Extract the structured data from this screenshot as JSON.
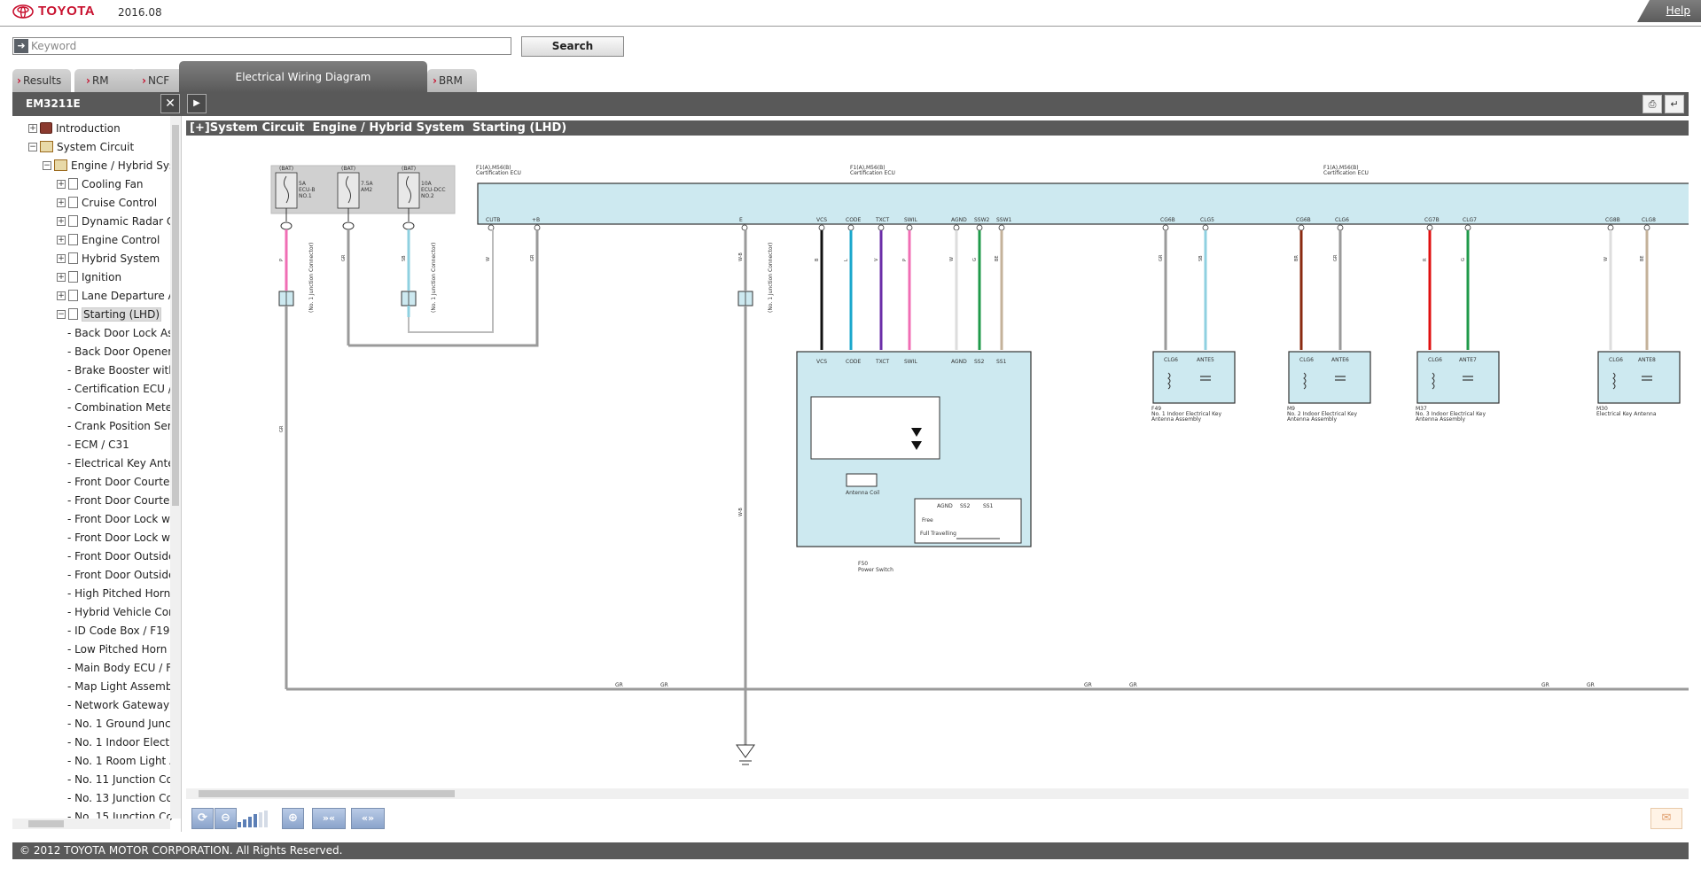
{
  "header": {
    "brand": "TOYOTA",
    "version": "2016.08",
    "help": "Help"
  },
  "search": {
    "placeholder": "Keyword",
    "value": "",
    "button": "Search"
  },
  "tabs": [
    {
      "label": "Results"
    },
    {
      "label": "RM"
    },
    {
      "label": "NCF"
    },
    {
      "label": "Electrical Wiring Diagram",
      "active": true
    },
    {
      "label": "BRM"
    }
  ],
  "document": {
    "code": "EM3211E",
    "close": "✕"
  },
  "content": {
    "title": "[+]System Circuit  Engine / Hybrid System  Starting (LHD)"
  },
  "tree": [
    {
      "label": "Introduction",
      "depth": 0,
      "toggle": "+",
      "icon": "book"
    },
    {
      "label": "System Circuit",
      "depth": 0,
      "toggle": "-",
      "icon": "open-book"
    },
    {
      "label": "Engine / Hybrid Sys",
      "depth": 1,
      "toggle": "-",
      "icon": "open-book"
    },
    {
      "label": "Cooling Fan",
      "depth": 2,
      "toggle": "+",
      "icon": "page"
    },
    {
      "label": "Cruise Control",
      "depth": 2,
      "toggle": "+",
      "icon": "page"
    },
    {
      "label": "Dynamic Radar C",
      "depth": 2,
      "toggle": "+",
      "icon": "page"
    },
    {
      "label": "Engine Control",
      "depth": 2,
      "toggle": "+",
      "icon": "page"
    },
    {
      "label": "Hybrid System",
      "depth": 2,
      "toggle": "+",
      "icon": "page"
    },
    {
      "label": "Ignition",
      "depth": 2,
      "toggle": "+",
      "icon": "page"
    },
    {
      "label": "Lane Departure A",
      "depth": 2,
      "toggle": "+",
      "icon": "page"
    },
    {
      "label": "Starting (LHD)",
      "depth": 2,
      "toggle": "-",
      "icon": "page",
      "selected": true
    },
    {
      "label": "- Back Door Lock As",
      "depth": 3
    },
    {
      "label": "- Back Door Opener",
      "depth": 3
    },
    {
      "label": "- Brake Booster with",
      "depth": 3
    },
    {
      "label": "- Certification ECU /",
      "depth": 3
    },
    {
      "label": "- Combination Meter",
      "depth": 3
    },
    {
      "label": "- Crank Position Sen",
      "depth": 3
    },
    {
      "label": "- ECM / C31",
      "depth": 3
    },
    {
      "label": "- Electrical Key Ante",
      "depth": 3
    },
    {
      "label": "- Front Door Courtes",
      "depth": 3
    },
    {
      "label": "- Front Door Courtes",
      "depth": 3
    },
    {
      "label": "- Front Door Lock wi",
      "depth": 3
    },
    {
      "label": "- Front Door Lock wi",
      "depth": 3
    },
    {
      "label": "- Front Door Outside",
      "depth": 3
    },
    {
      "label": "- Front Door Outside",
      "depth": 3
    },
    {
      "label": "- High Pitched Horn",
      "depth": 3
    },
    {
      "label": "- Hybrid Vehicle Con",
      "depth": 3
    },
    {
      "label": "- ID Code Box / F19",
      "depth": 3
    },
    {
      "label": "- Low Pitched Horn A",
      "depth": 3
    },
    {
      "label": "- Main Body ECU / F",
      "depth": 3
    },
    {
      "label": "- Map Light Assembl",
      "depth": 3
    },
    {
      "label": "- Network Gateway E",
      "depth": 3
    },
    {
      "label": "- No. 1 Ground Junc",
      "depth": 3
    },
    {
      "label": "- No. 1 Indoor Electr",
      "depth": 3
    },
    {
      "label": "- No. 1 Room Light A",
      "depth": 3
    },
    {
      "label": "- No. 11 Junction Co",
      "depth": 3
    },
    {
      "label": "- No. 13 Junction Co",
      "depth": 3
    },
    {
      "label": "- No. 15 Junction Co",
      "depth": 3
    }
  ],
  "diagram": {
    "fuses": [
      {
        "top": "(BAT)",
        "l1": "5A",
        "l2": "ECU-B",
        "l3": "NO.1"
      },
      {
        "top": "(BAT)",
        "l1": "7.5A",
        "l2": "AM2",
        "l3": ""
      },
      {
        "top": "(BAT)",
        "l1": "10A",
        "l2": "ECU-DCC",
        "l3": "NO.2"
      }
    ],
    "ecu_labels": [
      {
        "l1": "F1(A),M56(B)",
        "l2": "Certification ECU"
      },
      {
        "l1": "F1(A),M56(B)",
        "l2": "Certification ECU"
      },
      {
        "l1": "F1(A),M56(B)",
        "l2": "Certification ECU"
      }
    ],
    "ecu_pins": [
      "CUTB",
      "+B",
      "E",
      "VCS",
      "CODE",
      "TXCT",
      "SWIL",
      "AGND",
      "SSW2",
      "SSW1",
      "CG6B",
      "CLG5",
      "CG6B",
      "CLG6",
      "CG7B",
      "CLG7",
      "CG8B",
      "CLG8"
    ],
    "junctions": [
      {
        "label": "(No. 1 Junction Connector)"
      },
      {
        "label": "(No. 1 Junction Connector)"
      },
      {
        "label": "(No. 1 Junction Connector)"
      }
    ],
    "switch_pins": [
      "VCS",
      "CODE",
      "TXCT",
      "SWIL",
      "AGND",
      "SS2",
      "SS1"
    ],
    "switch_inner": [
      "AGND",
      "SS2",
      "SS1"
    ],
    "switch_states": [
      "Free",
      "Full Travelling"
    ],
    "antenna_coil": "Antenna Coil",
    "power_switch": {
      "code": "F50",
      "name": "Power Switch"
    },
    "antennas": [
      {
        "p1": "CLG6",
        "p2": "ANTE5",
        "code": "F49",
        "name": "No. 1 Indoor Electrical Key",
        "name2": "Antenna Assembly"
      },
      {
        "p1": "CLG6",
        "p2": "ANTE6",
        "code": "M9",
        "name": "No. 2 Indoor Electrical Key",
        "name2": "Antenna Assembly"
      },
      {
        "p1": "CLG6",
        "p2": "ANTE7",
        "code": "M37",
        "name": "No. 3 Indoor Electrical Key",
        "name2": "Antenna Assembly"
      },
      {
        "p1": "CLG6",
        "p2": "ANTE8",
        "code": "M30",
        "name": "Electrical Key Antenna",
        "name2": ""
      }
    ],
    "ground_labels": [
      "GR",
      "GR",
      "GR",
      "GR",
      "GR",
      "GR"
    ],
    "wire_labels": [
      "P",
      "GR",
      "SB",
      "W",
      "GR",
      "W-B",
      "B",
      "L",
      "V",
      "P",
      "W",
      "G",
      "BE",
      "GR",
      "SB",
      "BR",
      "GR",
      "R",
      "G",
      "W",
      "BE",
      "GR",
      "W-B"
    ],
    "colors": {
      "panel": "#cde9f0",
      "fusebox": "#d0d0d0",
      "wire_gray": "#9a9a9a"
    }
  },
  "footer": {
    "copyright": "© 2012 TOYOTA MOTOR CORPORATION. All Rights Reserved."
  }
}
